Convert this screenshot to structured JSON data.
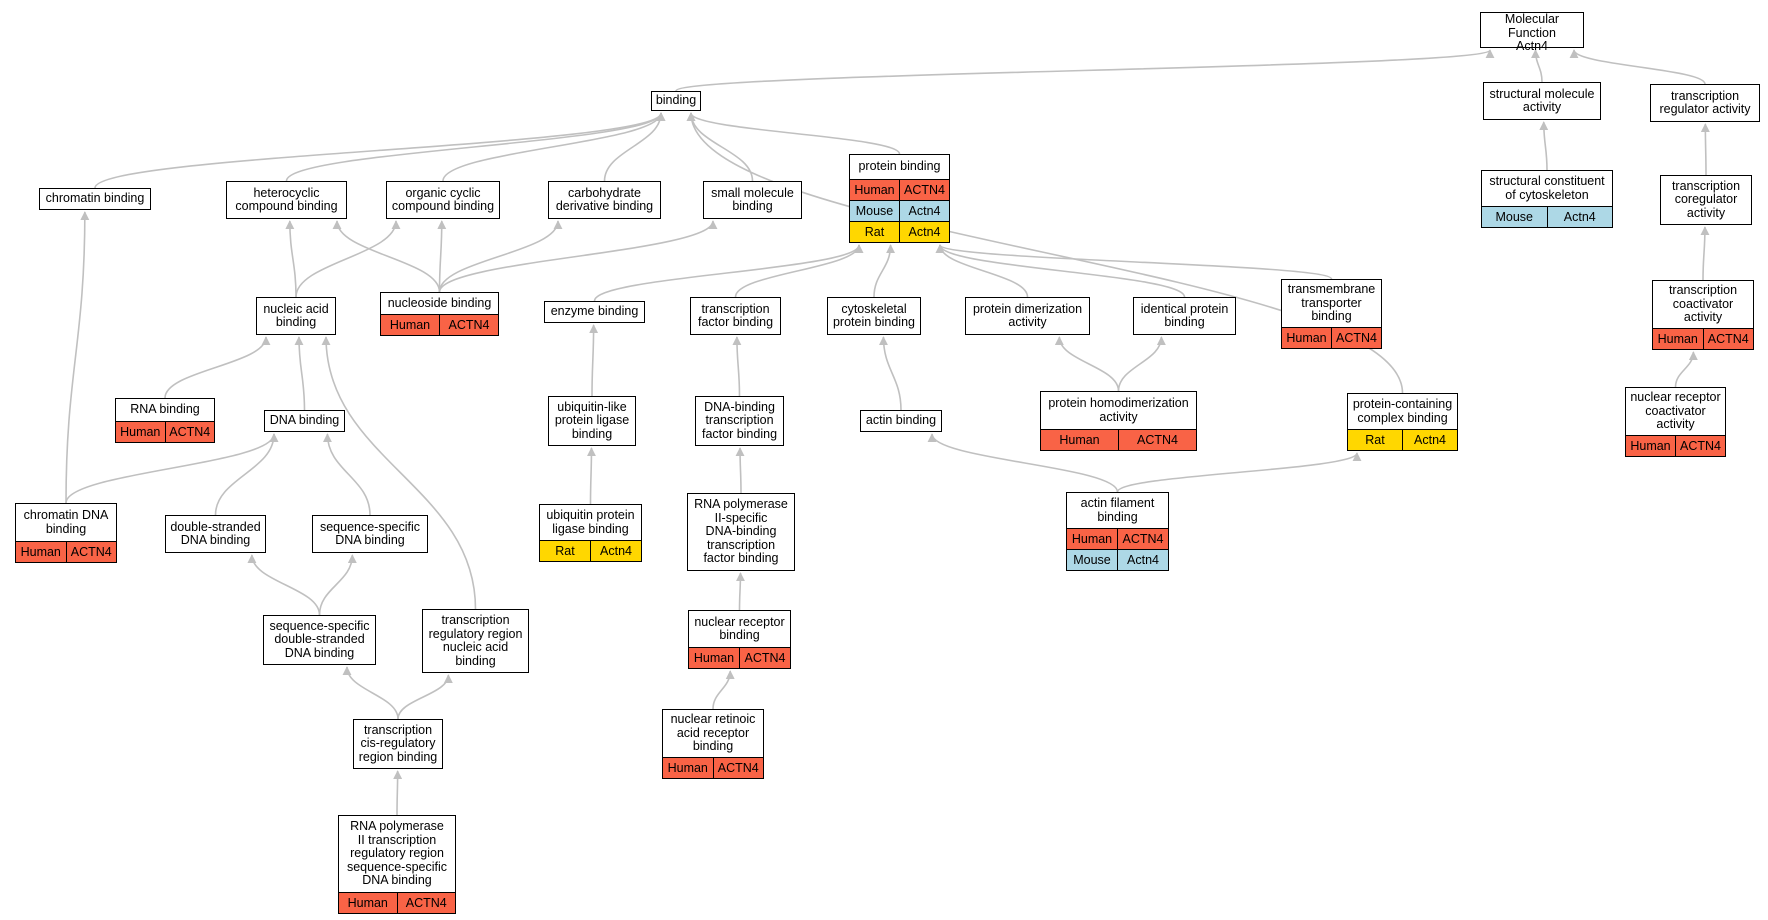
{
  "colors": {
    "Human": "#f96346",
    "Mouse": "#add8e6",
    "Rat": "#ffd700",
    "edge": "#c0c0c0"
  },
  "nodes": [
    {
      "id": "mf",
      "label": "Molecular Function\nActn4",
      "rows": []
    },
    {
      "id": "binding",
      "label": "binding",
      "rows": []
    },
    {
      "id": "structmol",
      "label": "structural molecule\nactivity",
      "rows": []
    },
    {
      "id": "txreg",
      "label": "transcription\nregulator activity",
      "rows": []
    },
    {
      "id": "structcyto",
      "label": "structural constituent\nof cytoskeleton",
      "rows": [
        [
          "Mouse",
          "Actn4"
        ]
      ]
    },
    {
      "id": "txcoreg",
      "label": "transcription\ncoregulator\nactivity",
      "rows": []
    },
    {
      "id": "txcoact",
      "label": "transcription\ncoactivator\nactivity",
      "rows": [
        [
          "Human",
          "ACTN4"
        ]
      ]
    },
    {
      "id": "nrcoact",
      "label": "nuclear receptor\ncoactivator\nactivity",
      "rows": [
        [
          "Human",
          "ACTN4"
        ]
      ]
    },
    {
      "id": "chromatin",
      "label": "chromatin binding",
      "rows": []
    },
    {
      "id": "hetero",
      "label": "heterocyclic\ncompound binding",
      "rows": []
    },
    {
      "id": "orgcyc",
      "label": "organic cyclic\ncompound binding",
      "rows": []
    },
    {
      "id": "carbo",
      "label": "carbohydrate\nderivative binding",
      "rows": []
    },
    {
      "id": "smallmol",
      "label": "small molecule\nbinding",
      "rows": []
    },
    {
      "id": "protbind",
      "label": "protein binding",
      "rows": [
        [
          "Human",
          "ACTN4"
        ],
        [
          "Mouse",
          "Actn4"
        ],
        [
          "Rat",
          "Actn4"
        ]
      ]
    },
    {
      "id": "nucacid",
      "label": "nucleic acid\nbinding",
      "rows": []
    },
    {
      "id": "nucleoside",
      "label": "nucleoside binding",
      "rows": [
        [
          "Human",
          "ACTN4"
        ]
      ]
    },
    {
      "id": "enzyme",
      "label": "enzyme binding",
      "rows": []
    },
    {
      "id": "txfactor",
      "label": "transcription\nfactor binding",
      "rows": []
    },
    {
      "id": "cytoprot",
      "label": "cytoskeletal\nprotein binding",
      "rows": []
    },
    {
      "id": "protdimer",
      "label": "protein dimerization\nactivity",
      "rows": []
    },
    {
      "id": "identical",
      "label": "identical protein\nbinding",
      "rows": []
    },
    {
      "id": "transmem",
      "label": "transmembrane\ntransporter\nbinding",
      "rows": [
        [
          "Human",
          "ACTN4"
        ]
      ]
    },
    {
      "id": "rna",
      "label": "RNA binding",
      "rows": [
        [
          "Human",
          "ACTN4"
        ]
      ]
    },
    {
      "id": "dna",
      "label": "DNA binding",
      "rows": []
    },
    {
      "id": "ubiqlike",
      "label": "ubiquitin-like\nprotein ligase\nbinding",
      "rows": []
    },
    {
      "id": "dnatx",
      "label": "DNA-binding\ntranscription\nfactor binding",
      "rows": []
    },
    {
      "id": "actin",
      "label": "actin binding",
      "rows": []
    },
    {
      "id": "homodimer",
      "label": "protein homodimerization\nactivity",
      "rows": [
        [
          "Human",
          "ACTN4"
        ]
      ]
    },
    {
      "id": "protcomplex",
      "label": "protein-containing\ncomplex binding",
      "rows": [
        [
          "Rat",
          "Actn4"
        ]
      ]
    },
    {
      "id": "chromdna",
      "label": "chromatin DNA\nbinding",
      "rows": [
        [
          "Human",
          "ACTN4"
        ]
      ]
    },
    {
      "id": "dsdna",
      "label": "double-stranded\nDNA binding",
      "rows": []
    },
    {
      "id": "seqdna",
      "label": "sequence-specific\nDNA binding",
      "rows": []
    },
    {
      "id": "ubiq",
      "label": "ubiquitin protein\nligase binding",
      "rows": [
        [
          "Rat",
          "Actn4"
        ]
      ]
    },
    {
      "id": "rnapol2",
      "label": "RNA polymerase\nII-specific\nDNA-binding\ntranscription\nfactor binding",
      "rows": []
    },
    {
      "id": "actinfil",
      "label": "actin filament\nbinding",
      "rows": [
        [
          "Human",
          "ACTN4"
        ],
        [
          "Mouse",
          "Actn4"
        ]
      ]
    },
    {
      "id": "seqdsdna",
      "label": "sequence-specific\ndouble-stranded\nDNA binding",
      "rows": []
    },
    {
      "id": "txregregion",
      "label": "transcription\nregulatory region\nnucleic acid\nbinding",
      "rows": []
    },
    {
      "id": "nrbind",
      "label": "nuclear receptor\nbinding",
      "rows": [
        [
          "Human",
          "ACTN4"
        ]
      ]
    },
    {
      "id": "txcis",
      "label": "transcription\ncis-regulatory\nregion binding",
      "rows": []
    },
    {
      "id": "nucretinoic",
      "label": "nuclear retinoic\nacid receptor\nbinding",
      "rows": [
        [
          "Human",
          "ACTN4"
        ]
      ]
    },
    {
      "id": "rnapol2tx",
      "label": "RNA polymerase\nII transcription\nregulatory region\nsequence-specific\nDNA binding",
      "rows": [
        [
          "Human",
          "ACTN4"
        ]
      ]
    }
  ],
  "edges": [
    [
      "binding",
      "mf"
    ],
    [
      "structmol",
      "mf"
    ],
    [
      "txreg",
      "mf"
    ],
    [
      "structcyto",
      "structmol"
    ],
    [
      "txcoreg",
      "txreg"
    ],
    [
      "txcoact",
      "txcoreg"
    ],
    [
      "nrcoact",
      "txcoact"
    ],
    [
      "chromatin",
      "binding"
    ],
    [
      "hetero",
      "binding"
    ],
    [
      "orgcyc",
      "binding"
    ],
    [
      "carbo",
      "binding"
    ],
    [
      "smallmol",
      "binding"
    ],
    [
      "protbind",
      "binding"
    ],
    [
      "protcomplex",
      "binding"
    ],
    [
      "nucacid",
      "hetero"
    ],
    [
      "nucacid",
      "orgcyc"
    ],
    [
      "nucleoside",
      "hetero"
    ],
    [
      "nucleoside",
      "orgcyc"
    ],
    [
      "nucleoside",
      "carbo"
    ],
    [
      "nucleoside",
      "smallmol"
    ],
    [
      "enzyme",
      "protbind"
    ],
    [
      "txfactor",
      "protbind"
    ],
    [
      "cytoprot",
      "protbind"
    ],
    [
      "protdimer",
      "protbind"
    ],
    [
      "identical",
      "protbind"
    ],
    [
      "transmem",
      "protbind"
    ],
    [
      "rna",
      "nucacid"
    ],
    [
      "dna",
      "nucacid"
    ],
    [
      "txregregion",
      "nucacid"
    ],
    [
      "ubiqlike",
      "enzyme"
    ],
    [
      "ubiq",
      "ubiqlike"
    ],
    [
      "dnatx",
      "txfactor"
    ],
    [
      "rnapol2",
      "dnatx"
    ],
    [
      "nrbind",
      "rnapol2"
    ],
    [
      "nucretinoic",
      "nrbind"
    ],
    [
      "actin",
      "cytoprot"
    ],
    [
      "actinfil",
      "actin"
    ],
    [
      "actinfil",
      "protcomplex"
    ],
    [
      "homodimer",
      "protdimer"
    ],
    [
      "homodimer",
      "identical"
    ],
    [
      "chromdna",
      "chromatin"
    ],
    [
      "chromdna",
      "dna"
    ],
    [
      "dsdna",
      "dna"
    ],
    [
      "seqdna",
      "dna"
    ],
    [
      "seqdsdna",
      "dsdna"
    ],
    [
      "seqdsdna",
      "seqdna"
    ],
    [
      "txcis",
      "seqdsdna"
    ],
    [
      "txcis",
      "txregregion"
    ],
    [
      "rnapol2tx",
      "txcis"
    ]
  ]
}
